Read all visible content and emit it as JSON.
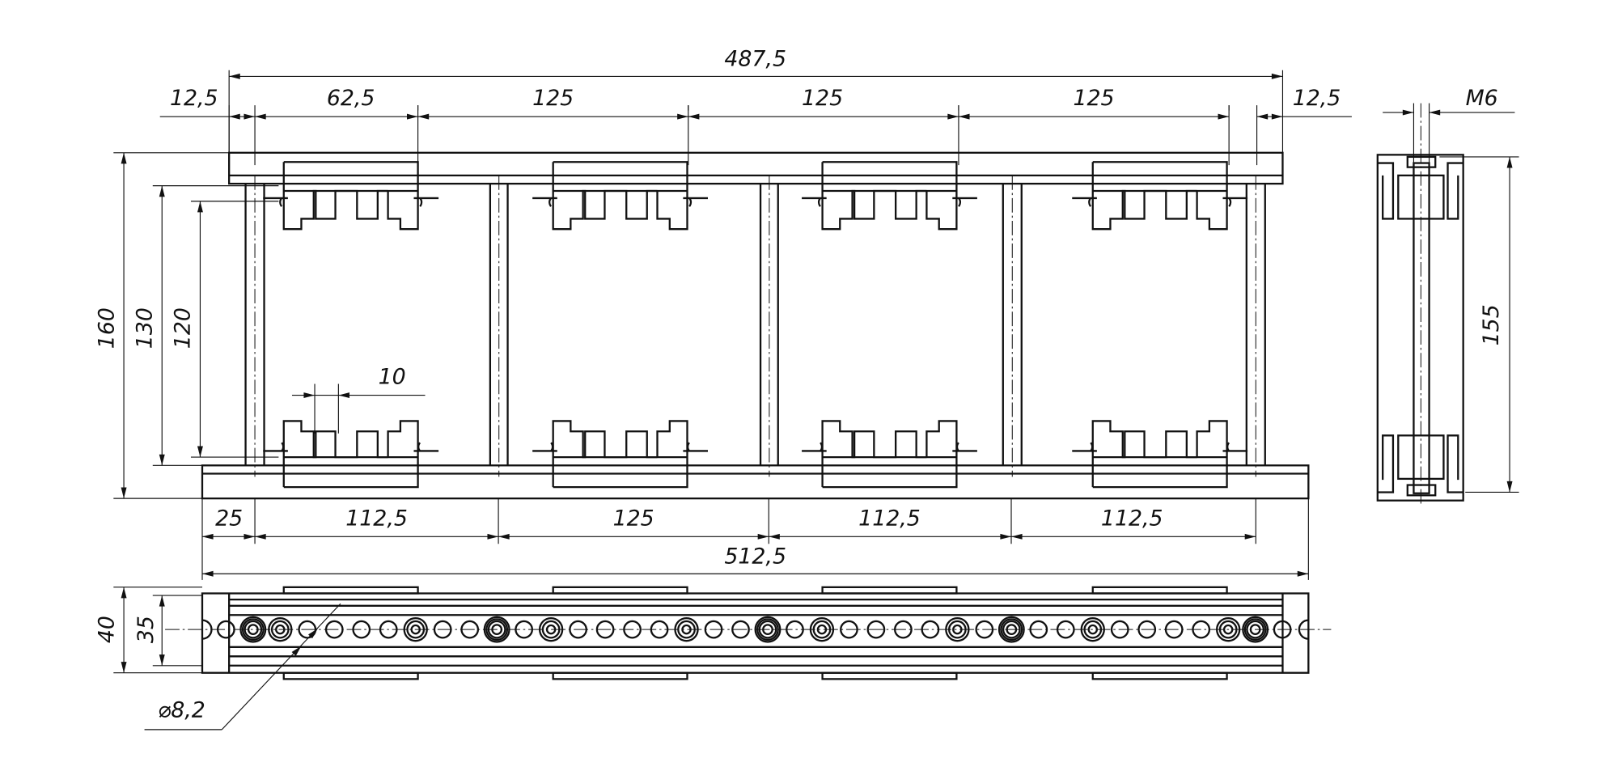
{
  "drawing": {
    "front_view": {
      "overall_length": "487,5",
      "edge_left": "12,5",
      "first_pitch": "62,5",
      "pitches": [
        "125",
        "125",
        "125"
      ],
      "edge_right": "12,5",
      "height_total": "160",
      "height_mid": "130",
      "height_inner": "120",
      "tooth_width": "10"
    },
    "bottom_dims": {
      "offset": "25",
      "spans": [
        "112,5",
        "125",
        "112,5",
        "112,5"
      ],
      "base_length": "512,5"
    },
    "side_view": {
      "thread": "M6",
      "height": "155"
    },
    "plan_view": {
      "width_outer": "40",
      "width_inner": "35",
      "hole_diameter": "⌀8,2"
    }
  }
}
